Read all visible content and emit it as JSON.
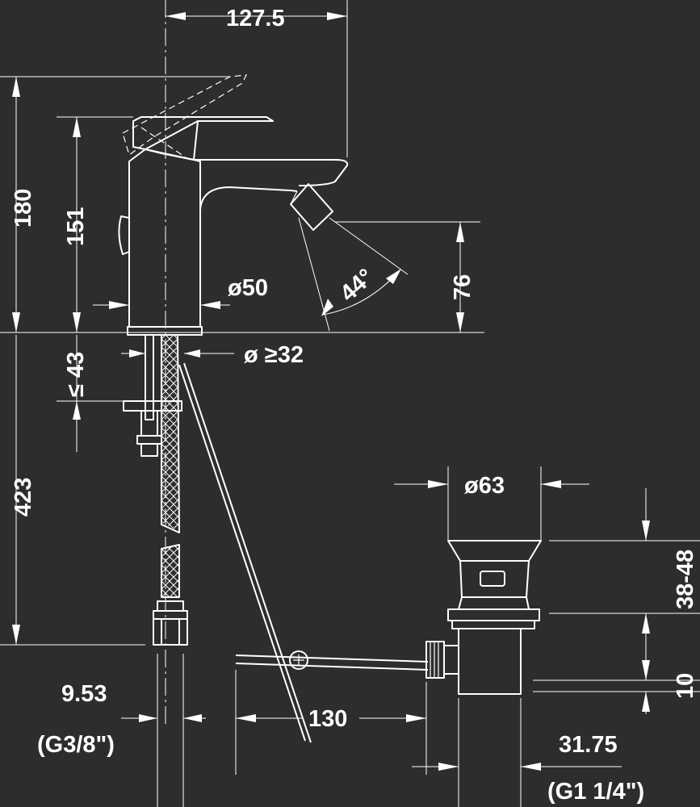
{
  "dimensions": {
    "width_spout": "127.5",
    "height_total": "180",
    "height_body": "151",
    "diameter_body": "ø50",
    "spray_height": "76",
    "spray_angle": "44°",
    "hole_diameter": "ø ≥32",
    "deck_thickness": "≤ 43",
    "hose_length": "423",
    "waste_diameter": "ø63",
    "waste_range": "38-48",
    "waste_offset": "10",
    "connector_size": "9.53",
    "connector_thread": "(G3/8\")",
    "pullrod_length": "130",
    "tail_size": "31.75",
    "tail_thread": "(G1 1/4\")"
  }
}
